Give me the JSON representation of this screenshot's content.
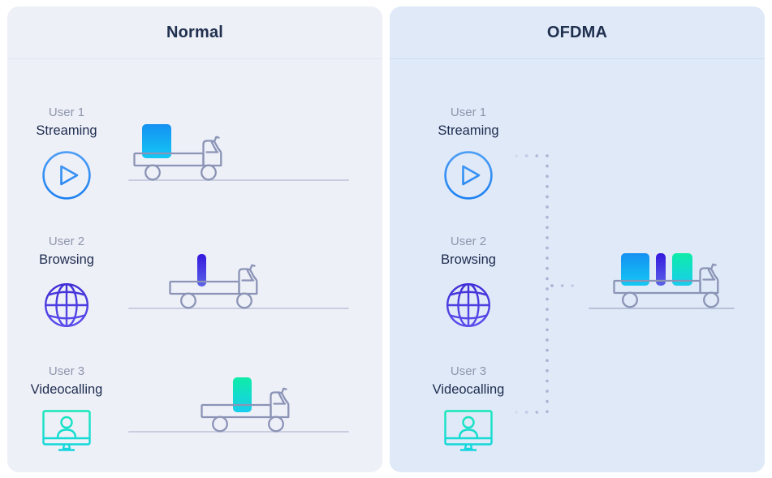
{
  "panels": [
    {
      "title": "Normal",
      "users": [
        {
          "name": "User 1",
          "activity": "Streaming",
          "icon": "play-icon",
          "cargo_block": "blue-wide"
        },
        {
          "name": "User 2",
          "activity": "Browsing",
          "icon": "globe-icon",
          "cargo_block": "indigo-narrow"
        },
        {
          "name": "User 3",
          "activity": "Videocalling",
          "icon": "monitor-icon",
          "cargo_block": "teal-medium"
        }
      ]
    },
    {
      "title": "OFDMA",
      "users": [
        {
          "name": "User 1",
          "activity": "Streaming",
          "icon": "play-icon",
          "cargo_block": "blue-wide"
        },
        {
          "name": "User 2",
          "activity": "Browsing",
          "icon": "globe-icon",
          "cargo_block": "indigo-narrow"
        },
        {
          "name": "User 3",
          "activity": "Videocalling",
          "icon": "monitor-icon",
          "cargo_block": "teal-medium"
        }
      ]
    }
  ],
  "colors": {
    "panel_normal_bg": "#eef0f8",
    "panel_ofdma_bg": "#dfe9f8",
    "header_text": "#20304f",
    "user_name_text": "#8e96ab",
    "activity_text": "#1d2c4e",
    "truck_outline": "#8b94b6",
    "ground_normal": "#c9cde0",
    "ground_ofdma": "#b7c2d8",
    "dotted_connector": "#a8a9ce",
    "cargo_streaming_top": "#1590f2",
    "cargo_streaming_bottom": "#13c9f4",
    "cargo_browsing_top": "#3418dd",
    "cargo_browsing_bottom": "#5b63e9",
    "cargo_videocalling_top": "#0feca8",
    "cargo_videocalling_bottom": "#18cdee",
    "play_icon": "#2f8df3",
    "globe_icon": "#4a36e2",
    "monitor_icon": "#17e2c4"
  }
}
